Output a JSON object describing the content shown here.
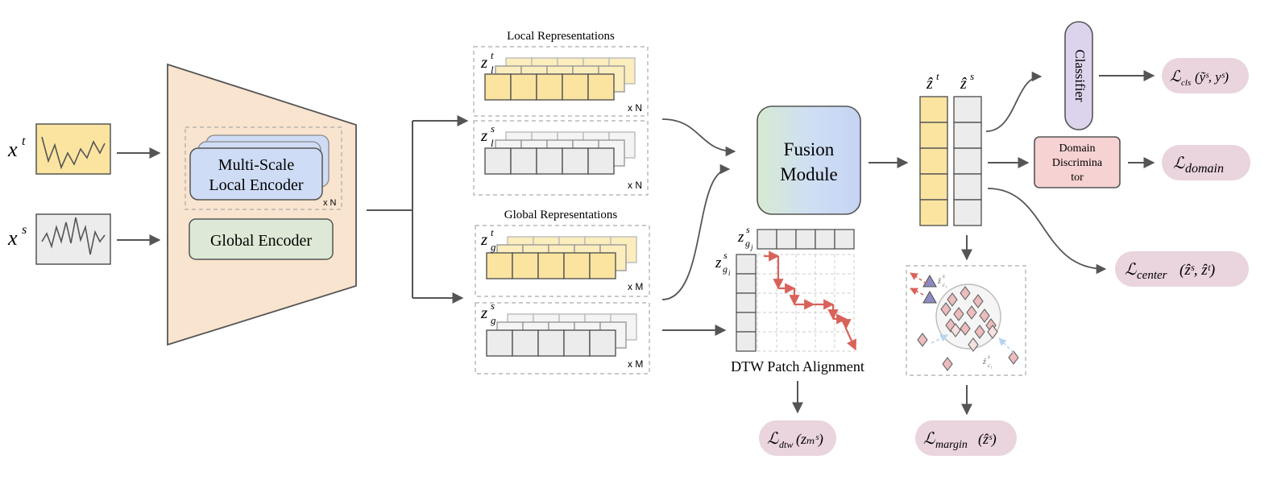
{
  "inputs": {
    "target_var": "x",
    "target_sup": "t",
    "source_var": "x",
    "source_sup": "s"
  },
  "encoder": {
    "local_label_line1": "Multi-Scale",
    "local_label_line2": "Local Encoder",
    "local_multiplier": "x N",
    "global_label": "Global Encoder"
  },
  "representations": {
    "local_title": "Local Representations",
    "global_title": "Global Representations",
    "local_target_var": "z",
    "local_target_sub": "l",
    "local_target_sup": "t",
    "local_source_var": "z",
    "local_source_sub": "l",
    "local_source_sup": "s",
    "global_target_var": "z",
    "global_target_sub": "g",
    "global_target_sup": "t",
    "global_source_var": "z",
    "global_source_sub": "g",
    "global_source_sup": "s",
    "mult_n": "x N",
    "mult_m": "x M"
  },
  "fusion": {
    "line1": "Fusion",
    "line2": "Module"
  },
  "dtw": {
    "label": "DTW Patch Alignment",
    "row_var": "z",
    "row_sub": "g",
    "row_idx": "j",
    "col_idx": "i",
    "sup": "s"
  },
  "fused": {
    "target_label": "ẑ",
    "target_sup": "t",
    "source_label": "ẑ",
    "source_sup": "s"
  },
  "heads": {
    "classifier": "Classifier",
    "discriminator_line1": "Domain",
    "discriminator_line2": "Discrimina",
    "discriminator_line3": "tor"
  },
  "cluster": {
    "centroid_a": "ẑ",
    "centroid_a_sup": "s",
    "centroid_a_sub": "c₁",
    "centroid_b": "ẑ",
    "centroid_b_sup": "s",
    "centroid_b_sub": "c₁"
  },
  "losses": {
    "cls": "ℒ",
    "cls_sub": "cls",
    "cls_args": "(ỹˢ, yˢ)",
    "domain": "ℒ",
    "domain_sub": "domain",
    "center": "ℒ",
    "center_sub": "center",
    "center_args": "(ẑˢ, ẑᵗ)",
    "dtw": "ℒ",
    "dtw_sub": "dtw",
    "dtw_args": "(zₘˢ)",
    "margin": "ℒ",
    "margin_sub": "margin",
    "margin_args": "(ẑˢ)"
  },
  "colors": {
    "target_fill": "#fbe4a0",
    "source_fill": "#ececec",
    "trapezoid_fill": "#f8e4cf",
    "local_encoder_fill": "#cfdcf5",
    "global_encoder_fill": "#dde9d6",
    "classifier_fill": "#dcd3ec",
    "discriminator_fill": "#f6d2d2",
    "loss_fill": "#ead4de",
    "dtw_path": "#d9625a",
    "arrow": "#555555"
  }
}
